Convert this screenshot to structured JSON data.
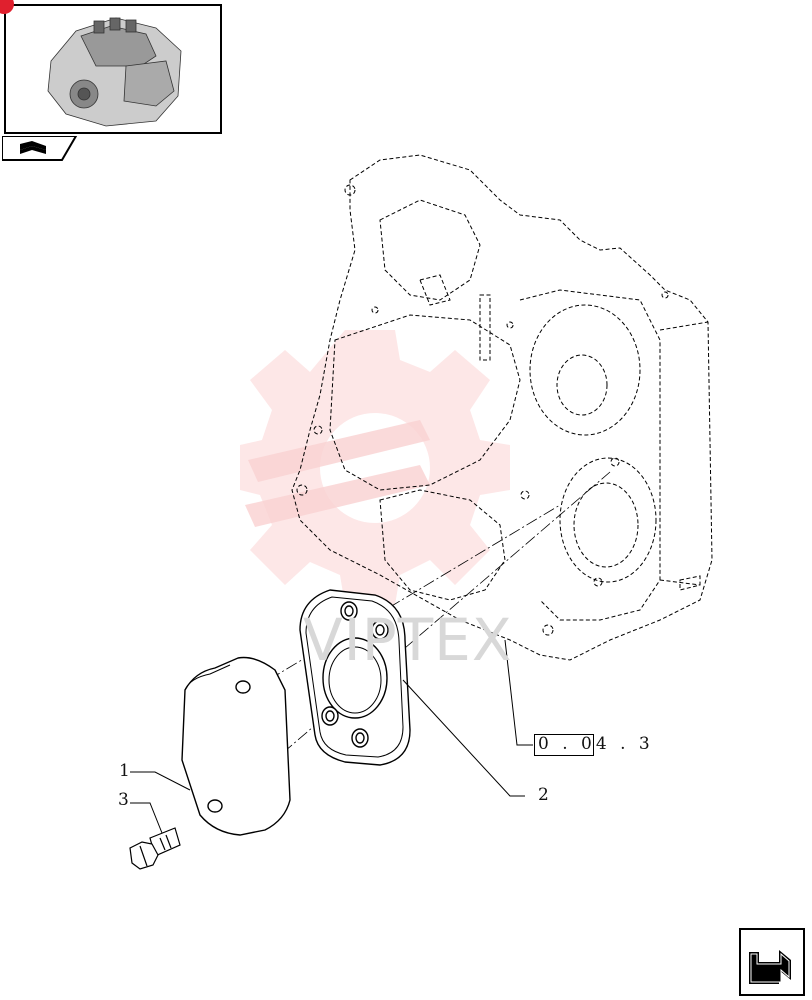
{
  "diagram": {
    "callouts": [
      {
        "id": "1",
        "label": "1"
      },
      {
        "id": "2",
        "label": "2"
      },
      {
        "id": "3",
        "label": "3"
      }
    ],
    "reference": "0 . 04 . 3",
    "watermark_text": "VIPTEX"
  },
  "thumbnail": {
    "icon": "engine-thumbnail-icon",
    "tab_icon": "book-icon"
  },
  "navigation": {
    "next_icon": "next-page-arrow-icon"
  },
  "colors": {
    "line": "#000000",
    "watermark": "#f2b8b8",
    "marker": "#e0202e"
  }
}
